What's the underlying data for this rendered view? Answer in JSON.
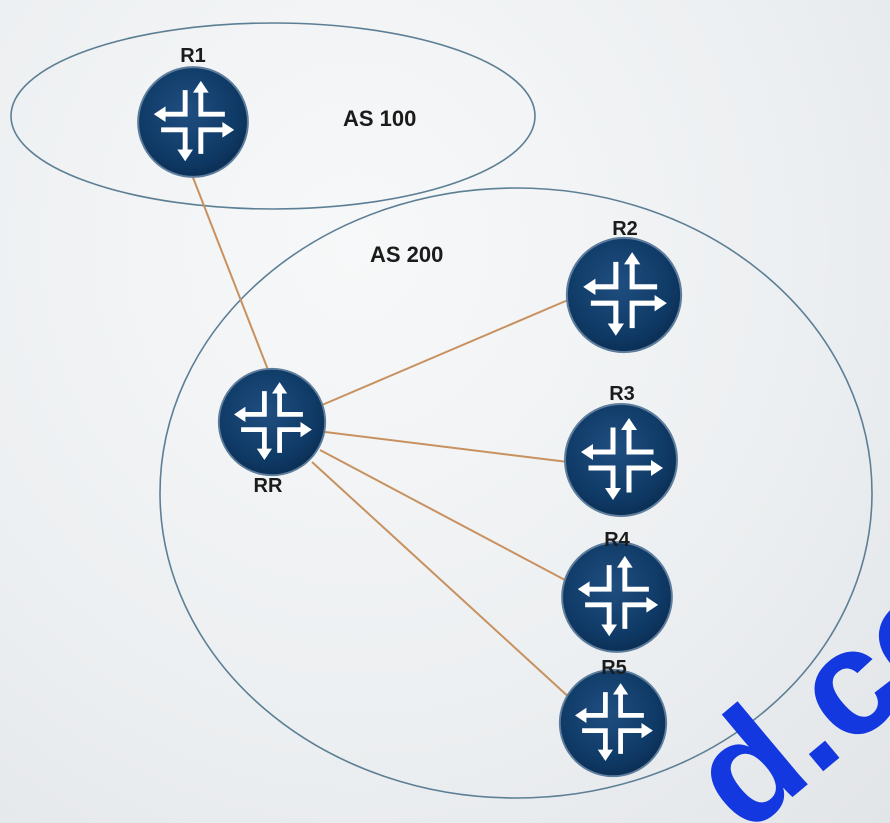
{
  "diagram": {
    "as_areas": [
      {
        "id": "as100",
        "label": "AS 100"
      },
      {
        "id": "as200",
        "label": "AS 200"
      }
    ],
    "routers": [
      {
        "id": "r1",
        "label": "R1"
      },
      {
        "id": "rr",
        "label": "RR"
      },
      {
        "id": "r2",
        "label": "R2"
      },
      {
        "id": "r3",
        "label": "R3"
      },
      {
        "id": "r4",
        "label": "R4"
      },
      {
        "id": "r5",
        "label": "R5"
      }
    ],
    "links": [
      {
        "from": "r1",
        "to": "rr"
      },
      {
        "from": "rr",
        "to": "r2"
      },
      {
        "from": "rr",
        "to": "r3"
      },
      {
        "from": "rr",
        "to": "r4"
      },
      {
        "from": "rr",
        "to": "r5"
      }
    ],
    "watermark": "d.co",
    "colors": {
      "router_fill": "#0f3a66",
      "router_stroke": "#5e7d9c",
      "link": "#c8915f",
      "as_border": "#5d7f95",
      "watermark": "#1438e0"
    }
  }
}
